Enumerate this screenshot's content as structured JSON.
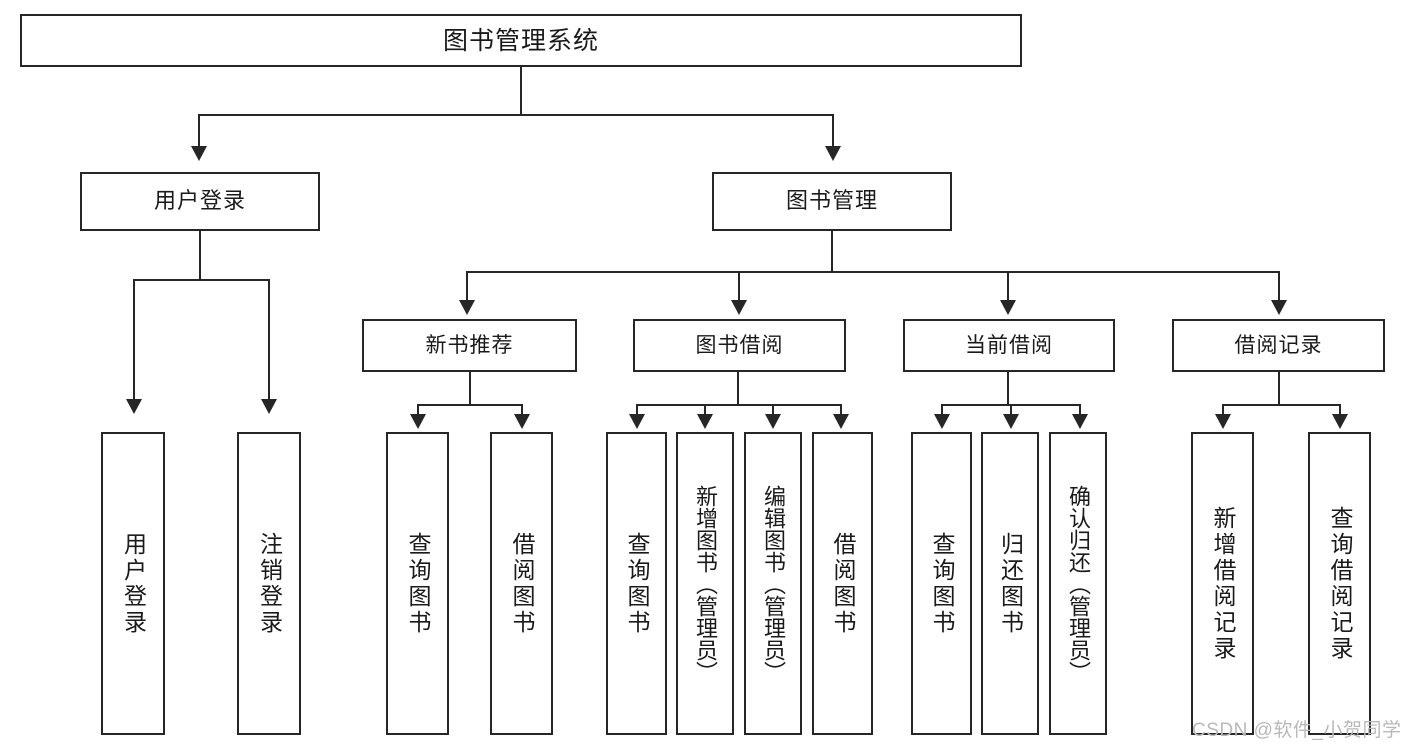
{
  "diagram": {
    "title": "图书管理系统",
    "type": "function-structure-tree",
    "background_color": "#ffffff",
    "line_color": "#262626",
    "text_color": "#1a1a1a"
  },
  "root": {
    "label": "图书管理系统"
  },
  "level1": [
    {
      "label": "用户登录"
    },
    {
      "label": "图书管理"
    }
  ],
  "level2": [
    {
      "label": "新书推荐"
    },
    {
      "label": "图书借阅"
    },
    {
      "label": "当前借阅"
    },
    {
      "label": "借阅记录"
    }
  ],
  "leaves": {
    "user_login": [
      {
        "label": "用户登录"
      },
      {
        "label": "注销登录"
      }
    ],
    "new_book_recommend": [
      {
        "label": "查询图书"
      },
      {
        "label": "借阅图书"
      }
    ],
    "book_borrow": [
      {
        "label": "查询图书"
      },
      {
        "label": "新增图书（管理员）"
      },
      {
        "label": "编辑图书（管理员）"
      },
      {
        "label": "借阅图书"
      }
    ],
    "current_borrow": [
      {
        "label": "查询图书"
      },
      {
        "label": "归还图书"
      },
      {
        "label": "确认归还（管理员）"
      }
    ],
    "borrow_record": [
      {
        "label": "新增借阅记录"
      },
      {
        "label": "查询借阅记录"
      }
    ]
  },
  "watermark": {
    "text": "CSDN @软件_小贺同学",
    "color": "#b9b9b9"
  }
}
